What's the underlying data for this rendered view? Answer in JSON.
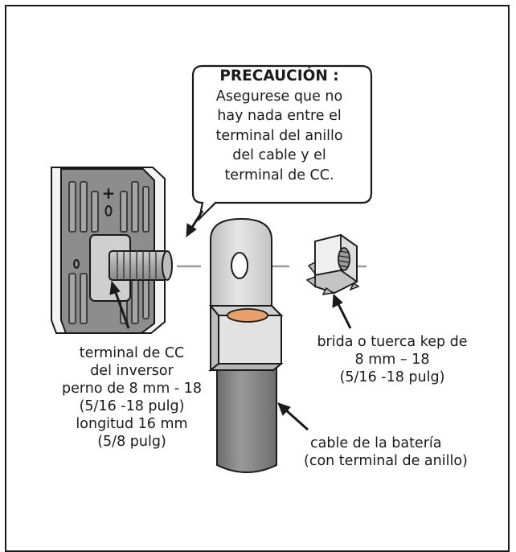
{
  "caution": {
    "title": "PRECAUCIÓN :",
    "lines": [
      "Asegurese que no",
      "hay nada entre el",
      "terminal del anillo",
      "del cable y el",
      "terminal de CC."
    ]
  },
  "labels": {
    "dc_terminal": [
      "terminal de CC",
      "del inversor",
      "perno de 8 mm - 18",
      "(5/16 -18 pulg)",
      "longitud 16 mm",
      "(5/8 pulg)"
    ],
    "nut": [
      "brida o tuerca kep de",
      "8 mm – 18",
      "(5/16 -18 pulg)"
    ],
    "cable": [
      "cable de la batería",
      "(con terminal de anillo)"
    ],
    "polarity_symbol": "+"
  },
  "colors": {
    "panel": "#8d8d8d",
    "panel_dark": "#555555",
    "ring_silver": "#d6d6d6",
    "copper": "#e8a06a",
    "cable": "#7e7e7e",
    "line": "#1a1a1a"
  }
}
